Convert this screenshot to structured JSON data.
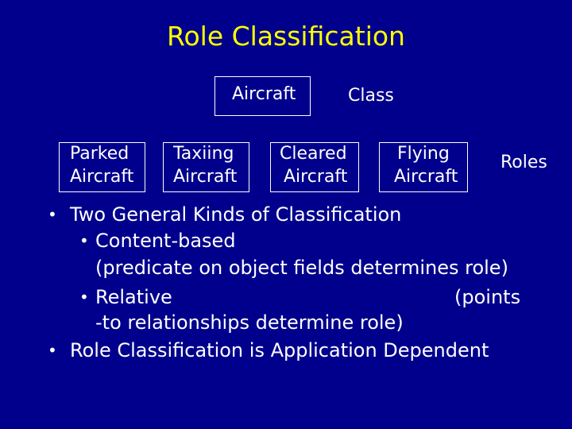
{
  "title": "Role Classification",
  "diagram": {
    "class_box": "Aircraft",
    "class_label": "Class",
    "roles_label": "Roles",
    "role_boxes": [
      {
        "line1": "Parked",
        "line2": "Aircraft"
      },
      {
        "line1": "Taxiing",
        "line2": "Aircraft"
      },
      {
        "line1": "Cleared",
        "line2": "Aircraft"
      },
      {
        "line1": "Flying",
        "line2": "Aircraft"
      }
    ]
  },
  "bullets": {
    "marker": "•",
    "b1": "Two General Kinds of Classification",
    "b1a": "Content-based",
    "b1a_cont": "(predicate on object fields determines role)",
    "b1b": "Relative",
    "b1b_right": "(points",
    "b1b_cont": "-to relationships determine role)",
    "b2": "Role Classification is Application Dependent"
  },
  "colors": {
    "background": "#00008c",
    "title": "#ffff00",
    "text": "#ffffff"
  }
}
